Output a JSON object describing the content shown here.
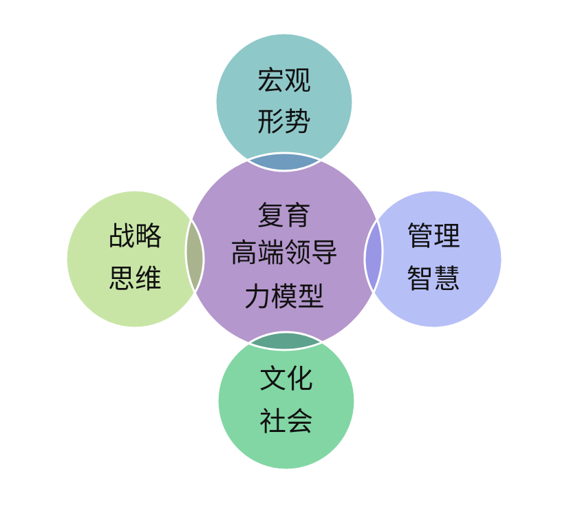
{
  "diagram": {
    "center": {
      "lines": [
        "复育",
        "高端领导",
        "力模型"
      ],
      "color": "#b497cc"
    },
    "satellites": [
      {
        "id": "top",
        "lines": [
          "宏观",
          "形势"
        ],
        "color": "#8fc8c9"
      },
      {
        "id": "right",
        "lines": [
          "管理",
          "智慧"
        ],
        "color": "#b7bff7"
      },
      {
        "id": "bottom",
        "lines": [
          "文化",
          "社会"
        ],
        "color": "#82d6a4"
      },
      {
        "id": "left",
        "lines": [
          "战略",
          "思维"
        ],
        "color": "#c8e5a6"
      }
    ],
    "overlap_colors": {
      "top": "#6f9bbf",
      "right": "#9a96e6",
      "bottom": "#5da28d",
      "left": "#a9b48e"
    },
    "outline_color": "#ffffff"
  }
}
